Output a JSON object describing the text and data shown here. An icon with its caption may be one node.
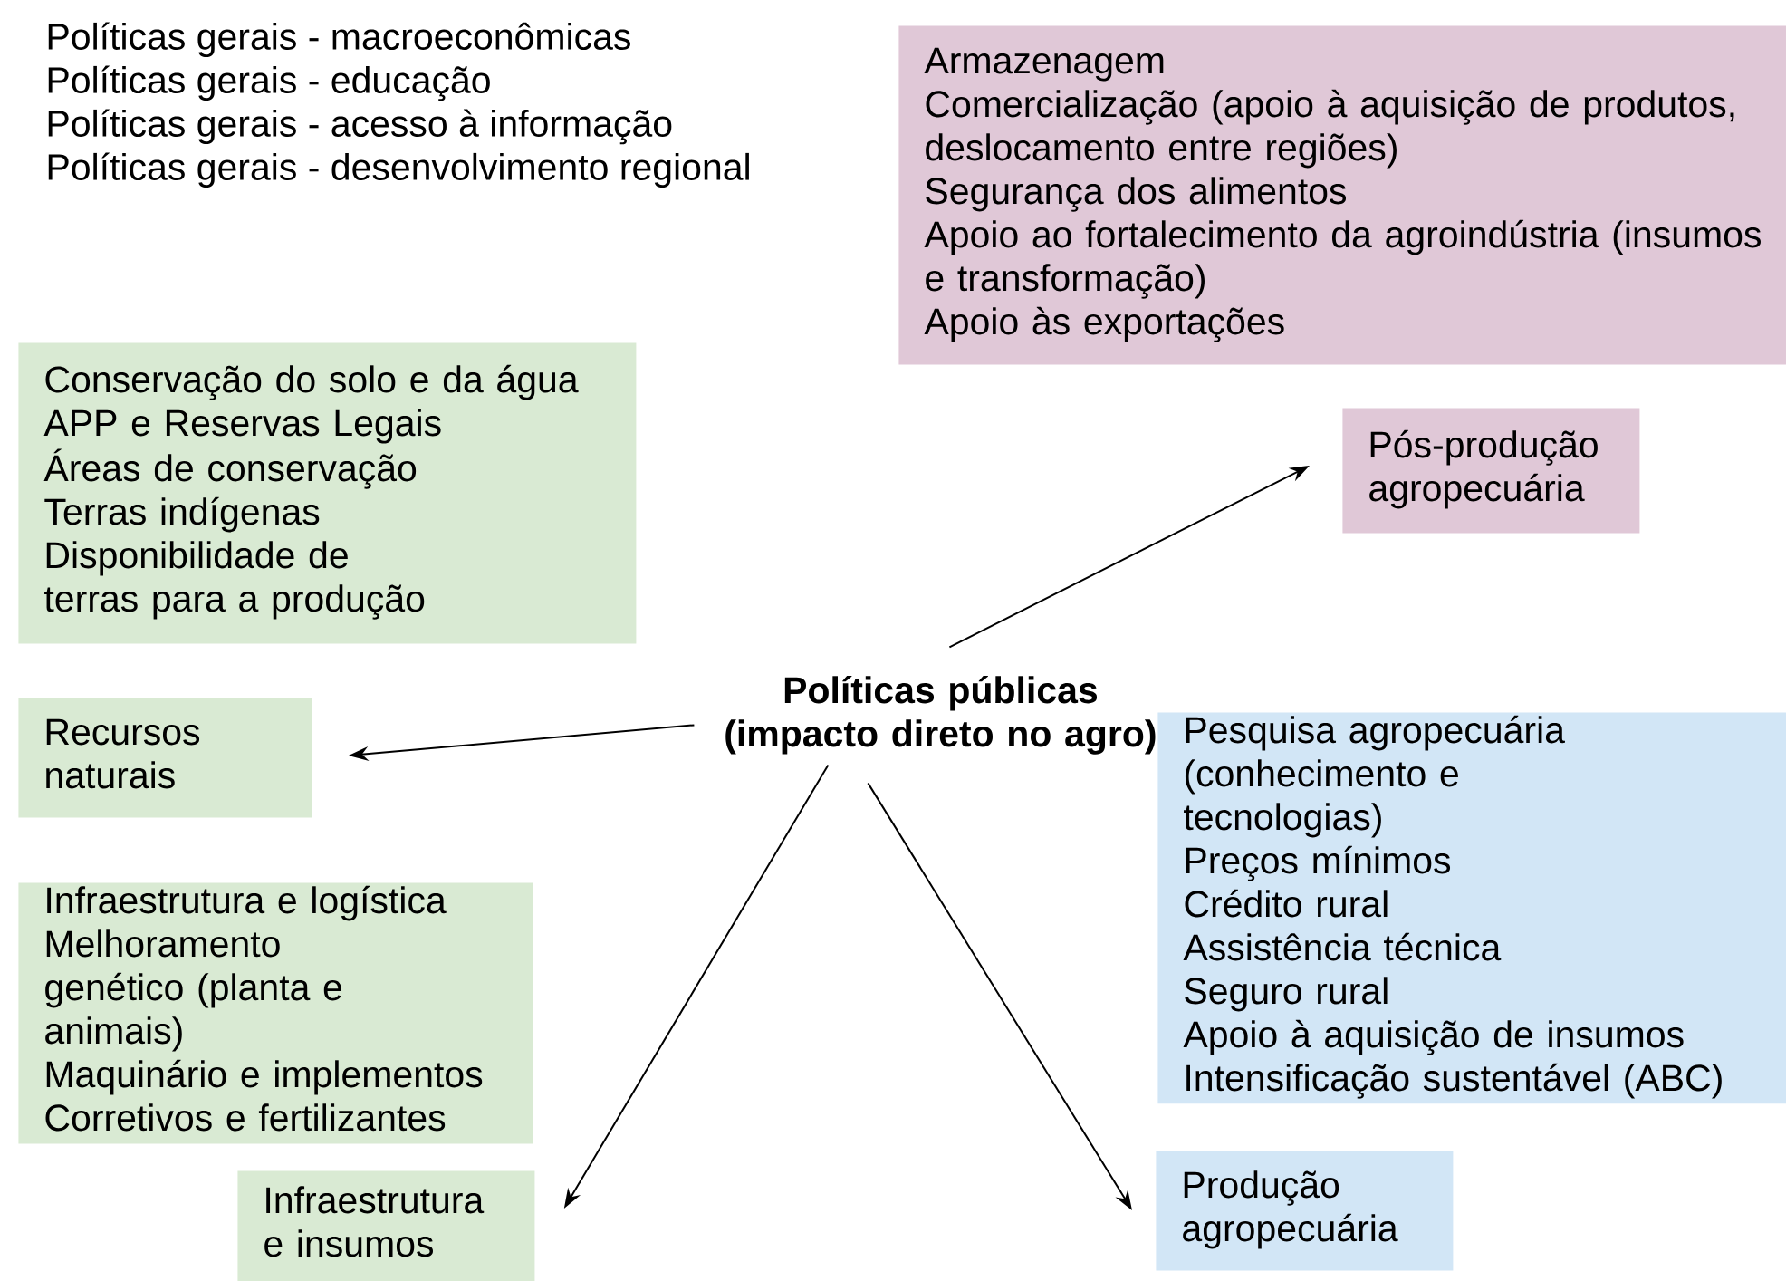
{
  "diagram": {
    "nodes": [
      {
        "text": [
          "Armazenagem",
          "Comercialização (apoio à aquisição de produtos, deslocamento entre regiões)",
          "Segurança dos alimentos",
          "Apoio ao fortalecimento da agroindústria (insumos e transformação)",
          "Apoio às exportações"
        ]
      },
      {
        "text": [
          "Conservação do solo e da água",
          "APP e Reservas Legais",
          "Áreas de conservação",
          "Terras indígenas",
          "Disponibilidade de terras para a produção"
        ]
      },
      {
        "text": [
          "Pós-produção agropecuária"
        ]
      },
      {
        "text": [
          "Políticas públicas (impacto direto no agro)"
        ]
      },
      {
        "text": [
          "Recursos naturais"
        ]
      },
      {
        "text": [
          "Pesquisa agropecuária (conhecimento e tecnologias)",
          "Preços mínimos",
          "Crédito rural",
          "Assistência técnica",
          "Seguro rural",
          "Apoio à aquisição de insumos",
          "Intensificação sustentável (ABC)"
        ]
      },
      {
        "text": [
          "Infraestrutura e logística",
          "Melhoramento genético (planta e animais)",
          "Maquinário e implementos",
          "Corretivos e fertilizantes"
        ]
      },
      {
        "text": [
          "Infraestrutura e insumos"
        ]
      },
      {
        "text": [
          "Produção agropecuária"
        ]
      }
    ],
    "edges": [
      {
        "from": 3,
        "to": 2,
        "arrow": "to"
      },
      {
        "from": 3,
        "to": 4,
        "arrow": "to"
      },
      {
        "from": 3,
        "to": 7,
        "arrow": "to"
      },
      {
        "from": 3,
        "to": 8,
        "arrow": "to"
      }
    ],
    "labels": [
      "Políticas gerais - macroeconômicas",
      "Políticas gerais - educação",
      "Políticas gerais - acesso à informação",
      "Políticas gerais - desenvolvimento regional"
    ]
  }
}
